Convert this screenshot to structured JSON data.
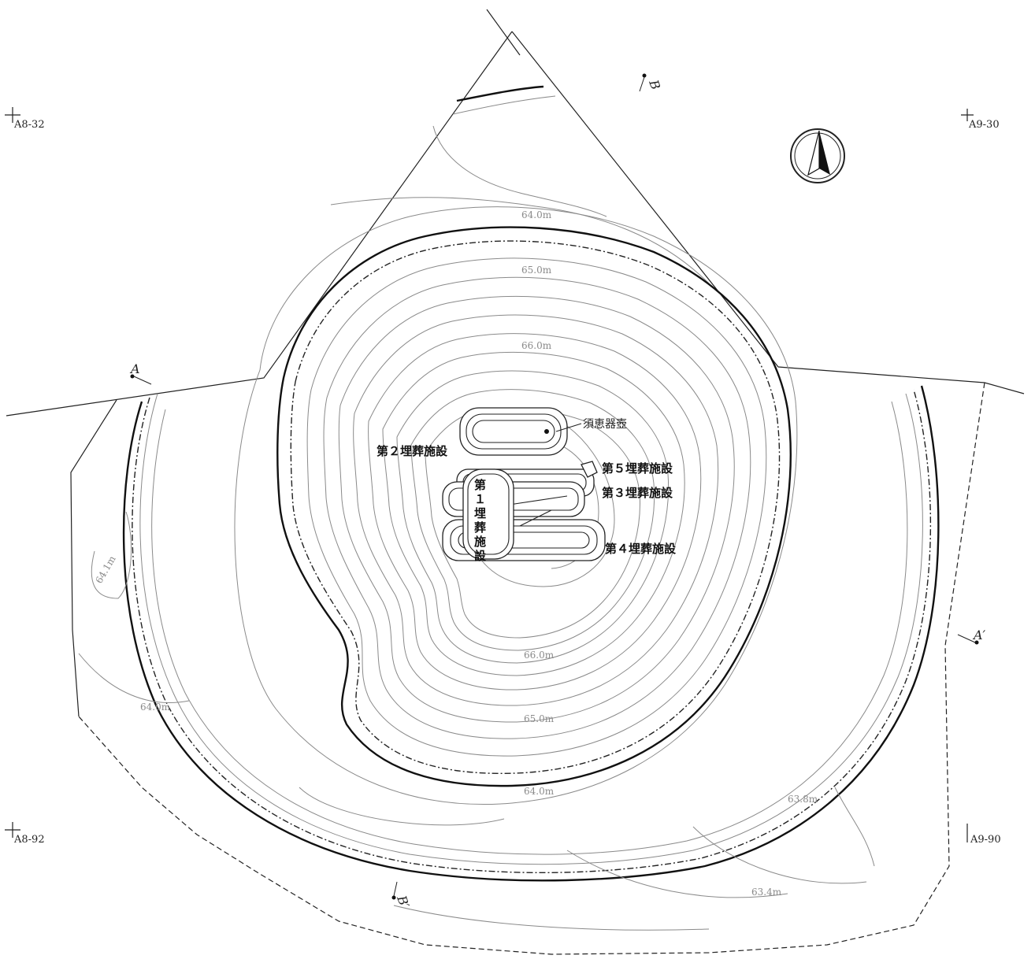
{
  "grid_markers": [
    {
      "id": "nw",
      "label": "A8-32"
    },
    {
      "id": "ne",
      "label": "A9-30"
    },
    {
      "id": "sw",
      "label": "A8-92"
    },
    {
      "id": "se",
      "label": "A9-90"
    }
  ],
  "section_points": {
    "a": "A",
    "a_prime": "A′",
    "b": "B",
    "b_prime": "B′"
  },
  "elevation_labels": {
    "top_64": "64.0m",
    "top_65": "65.0m",
    "top_66": "66.0m",
    "bottom_66": "66.0m",
    "bottom_65": "65.0m",
    "bottom_64": "64.0m",
    "west_64": "64.0m",
    "west_641": "64.1m",
    "south_638": "63.8m",
    "south_634": "63.4m"
  },
  "burial_features": {
    "feature1": "第１埋葬施設",
    "feature1_chars": [
      "第",
      "１",
      "埋",
      "葬",
      "施",
      "設"
    ],
    "feature2": "第２埋葬施設",
    "feature3": "第３埋葬施設",
    "feature4": "第４埋葬施設",
    "feature5": "第５埋葬施設",
    "sueki_jar": "須恵器壺"
  },
  "north_arrow": {
    "icon": "north-arrow-icon"
  }
}
